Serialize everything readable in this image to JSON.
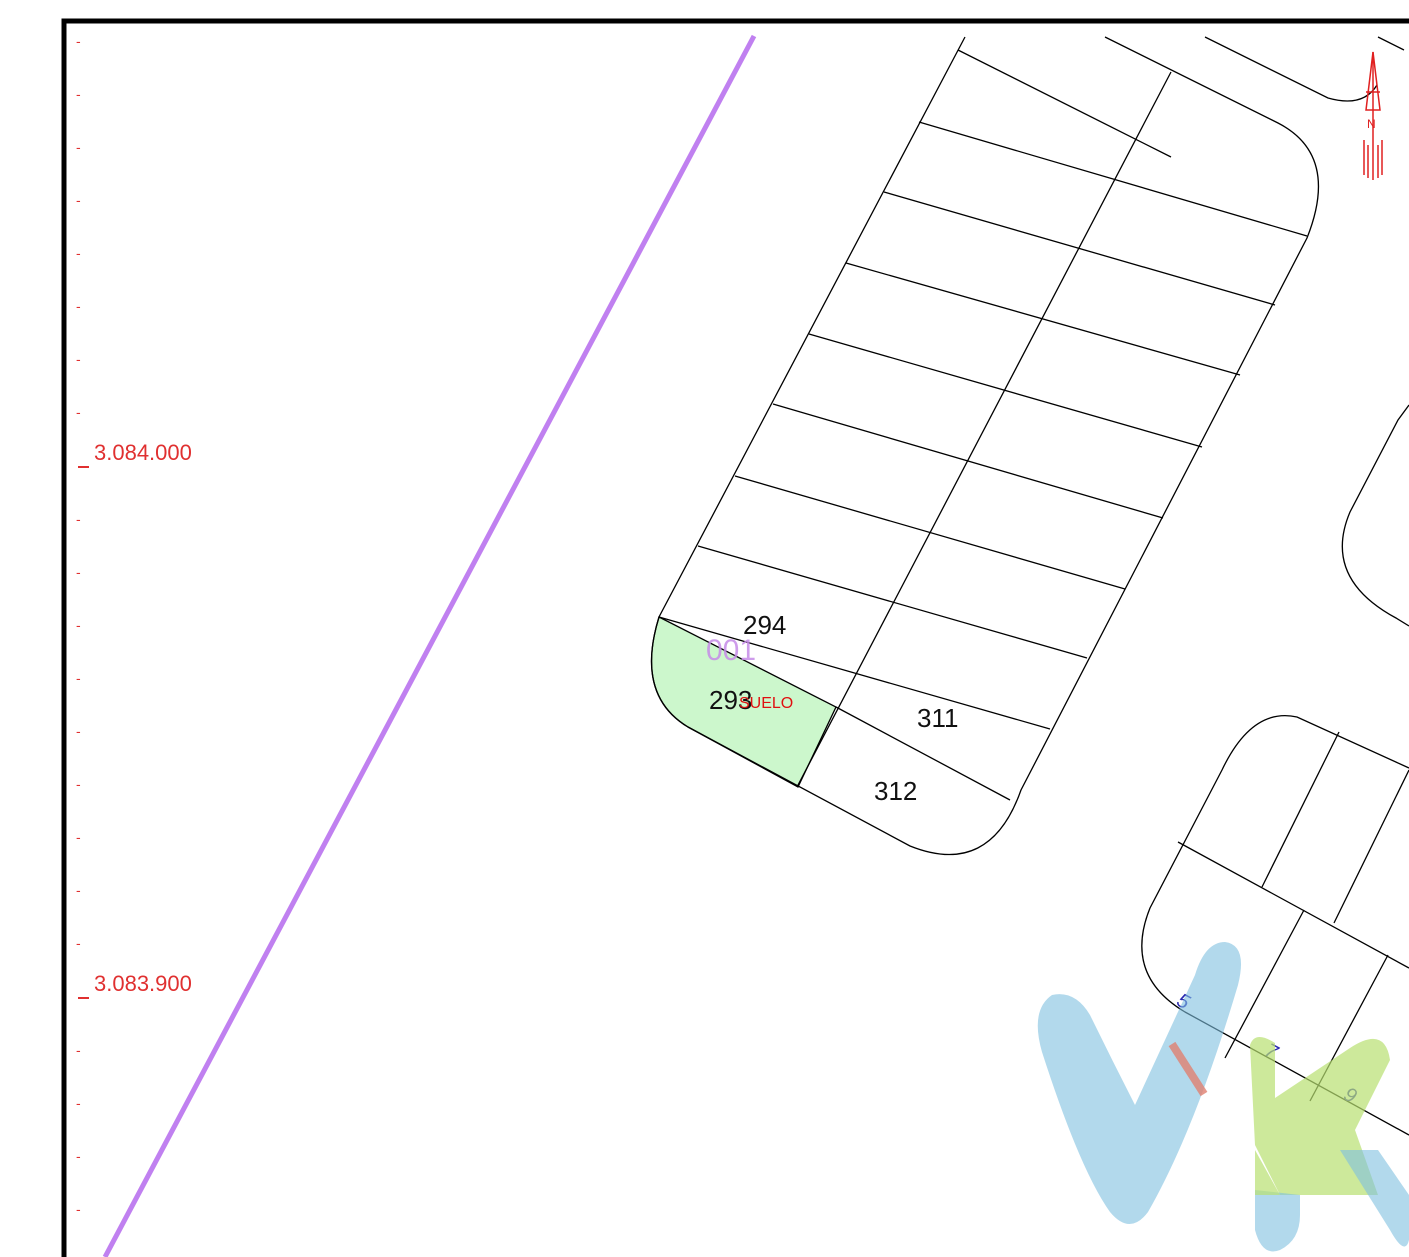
{
  "map": {
    "colors": {
      "frame": "#000000",
      "grid": "#e03030",
      "boundary": "#c080f0",
      "parcel_line": "#000000",
      "selected_fill": "#ccf7cc",
      "block_code": "#c58be8",
      "use_label": "#e01010",
      "house_number": "#2a2ab0",
      "north_arrow": "#e02020",
      "logo_blue": "#7fc0e0",
      "logo_green": "#b8e070",
      "logo_red": "#e08070"
    },
    "grid_labels": [
      "3.084.000",
      "3.083.900"
    ],
    "tick_symbol": "-",
    "block_code": "001",
    "selected_parcel": {
      "number": "293",
      "use_label": "SUELO"
    },
    "parcels": [
      "294",
      "311",
      "312"
    ],
    "house_numbers": [
      "5",
      "7",
      "9"
    ],
    "north_arrow": {
      "letter": "N",
      "icon": "north-arrow-icon"
    },
    "logo": {
      "icon": "vk-logo-icon",
      "letters": "VK"
    }
  }
}
